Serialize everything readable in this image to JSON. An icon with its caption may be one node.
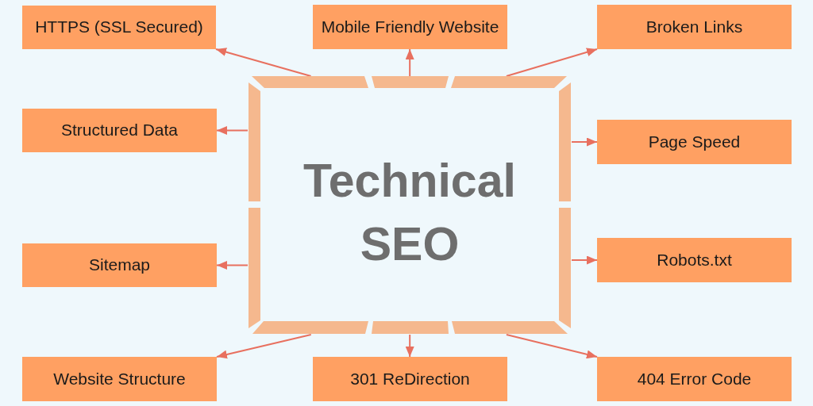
{
  "diagram": {
    "nodes": [
      {
        "text": [
          "HTTPS (SSL Secured)"
        ]
      },
      {
        "text": [
          "Mobile Friendly Website"
        ]
      },
      {
        "text": [
          "Broken Links"
        ]
      },
      {
        "text": [
          "Structured Data"
        ]
      },
      {
        "text": [
          "Technical SEO"
        ]
      },
      {
        "text": [
          "Page Speed"
        ]
      },
      {
        "text": [
          "Sitemap"
        ]
      },
      {
        "text": [
          "Robots.txt"
        ]
      },
      {
        "text": [
          "Website Structure"
        ]
      },
      {
        "text": [
          "301 ReDirection"
        ]
      },
      {
        "text": [
          "404 Error Code"
        ]
      }
    ],
    "edges": [
      {
        "from": 4,
        "to": 0,
        "arrow": "to"
      },
      {
        "from": 4,
        "to": 1,
        "arrow": "to"
      },
      {
        "from": 4,
        "to": 2,
        "arrow": "to"
      },
      {
        "from": 4,
        "to": 3,
        "arrow": "to"
      },
      {
        "from": 4,
        "to": 5,
        "arrow": "to"
      },
      {
        "from": 4,
        "to": 6,
        "arrow": "to"
      },
      {
        "from": 4,
        "to": 7,
        "arrow": "to"
      },
      {
        "from": 4,
        "to": 8,
        "arrow": "to"
      },
      {
        "from": 4,
        "to": 9,
        "arrow": "to"
      },
      {
        "from": 4,
        "to": 10,
        "arrow": "to"
      }
    ]
  }
}
